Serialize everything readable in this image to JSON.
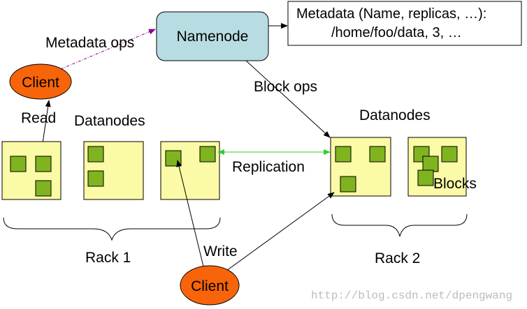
{
  "namenode": {
    "label": "Namenode",
    "fill": "#b7dde3"
  },
  "metadata_box": {
    "line1": "Metadata (Name, replicas, …):",
    "line2": "/home/foo/data, 3, …"
  },
  "labels": {
    "metadata_ops": "Metadata ops",
    "block_ops": "Block ops",
    "read": "Read",
    "write": "Write",
    "replication": "Replication",
    "datanodes_left": "Datanodes",
    "datanodes_right": "Datanodes",
    "blocks": "Blocks",
    "rack1": "Rack 1",
    "rack2": "Rack 2"
  },
  "clients": {
    "top": {
      "label": "Client"
    },
    "bottom": {
      "label": "Client"
    }
  },
  "watermark": "http://blog.csdn.net/dpengwang",
  "colors": {
    "datanode_fill": "#fbfaa6",
    "block_fill": "#7fb41f",
    "client_fill": "#f7640a",
    "metadata_arrow": "#8b008b",
    "replication_arrow": "#32cd32"
  }
}
